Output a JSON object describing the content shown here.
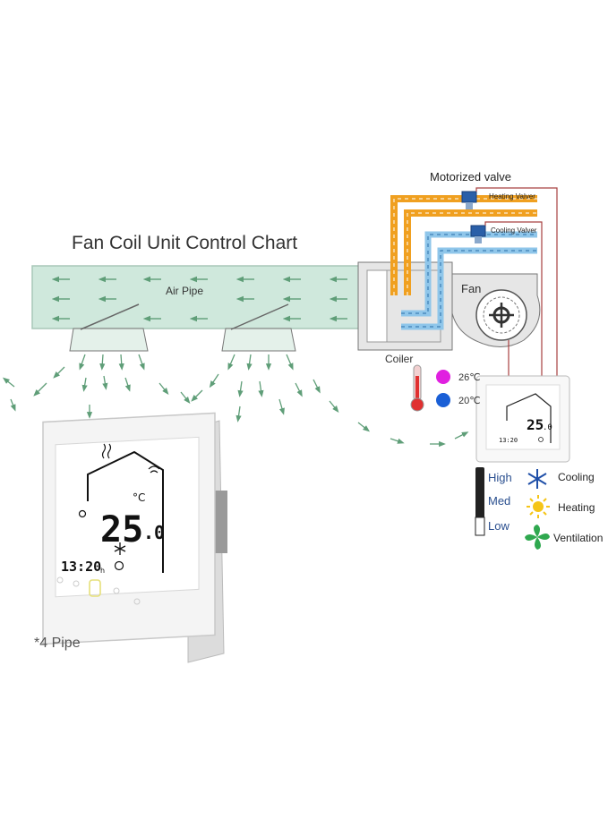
{
  "diagram": {
    "title": "Fan Coil Unit Control Chart",
    "air_pipe_label": "Air Pipe",
    "fan_label": "Fan",
    "coiler_label": "Coiler",
    "motorized_valve_label": "Motorized valve",
    "heating_valve_label": "Heating Valver",
    "cooling_valve_label": "Cooling Valver",
    "temperature_high": "26℃",
    "temperature_low": "20℃",
    "pipe_note": "*4 Pipe"
  },
  "fan_speeds": {
    "high": "High",
    "med": "Med",
    "low": "Low"
  },
  "modes": {
    "cooling": "Cooling",
    "heating": "Heating",
    "ventilation": "Ventilation"
  },
  "thermostat_small": {
    "temperature": "25",
    "decimal": ".0",
    "time": "13:20"
  },
  "thermostat_large": {
    "temperature": "25",
    "decimal": ".0",
    "unit": "°C",
    "time": "13:20",
    "time_suffix": "h"
  },
  "colors": {
    "air_duct": "#cfe8dc",
    "airflow_arrow": "#5f9e78",
    "hot_pipe": "#f0a020",
    "cold_pipe": "#8fc6ea",
    "wire": "#a84040",
    "hot_dot": "#e020e0",
    "cold_dot": "#1a5fd6",
    "cooling_icon": "#1f4fa8",
    "heating_icon": "#f5c518",
    "ventilation_icon": "#2fa84f"
  }
}
